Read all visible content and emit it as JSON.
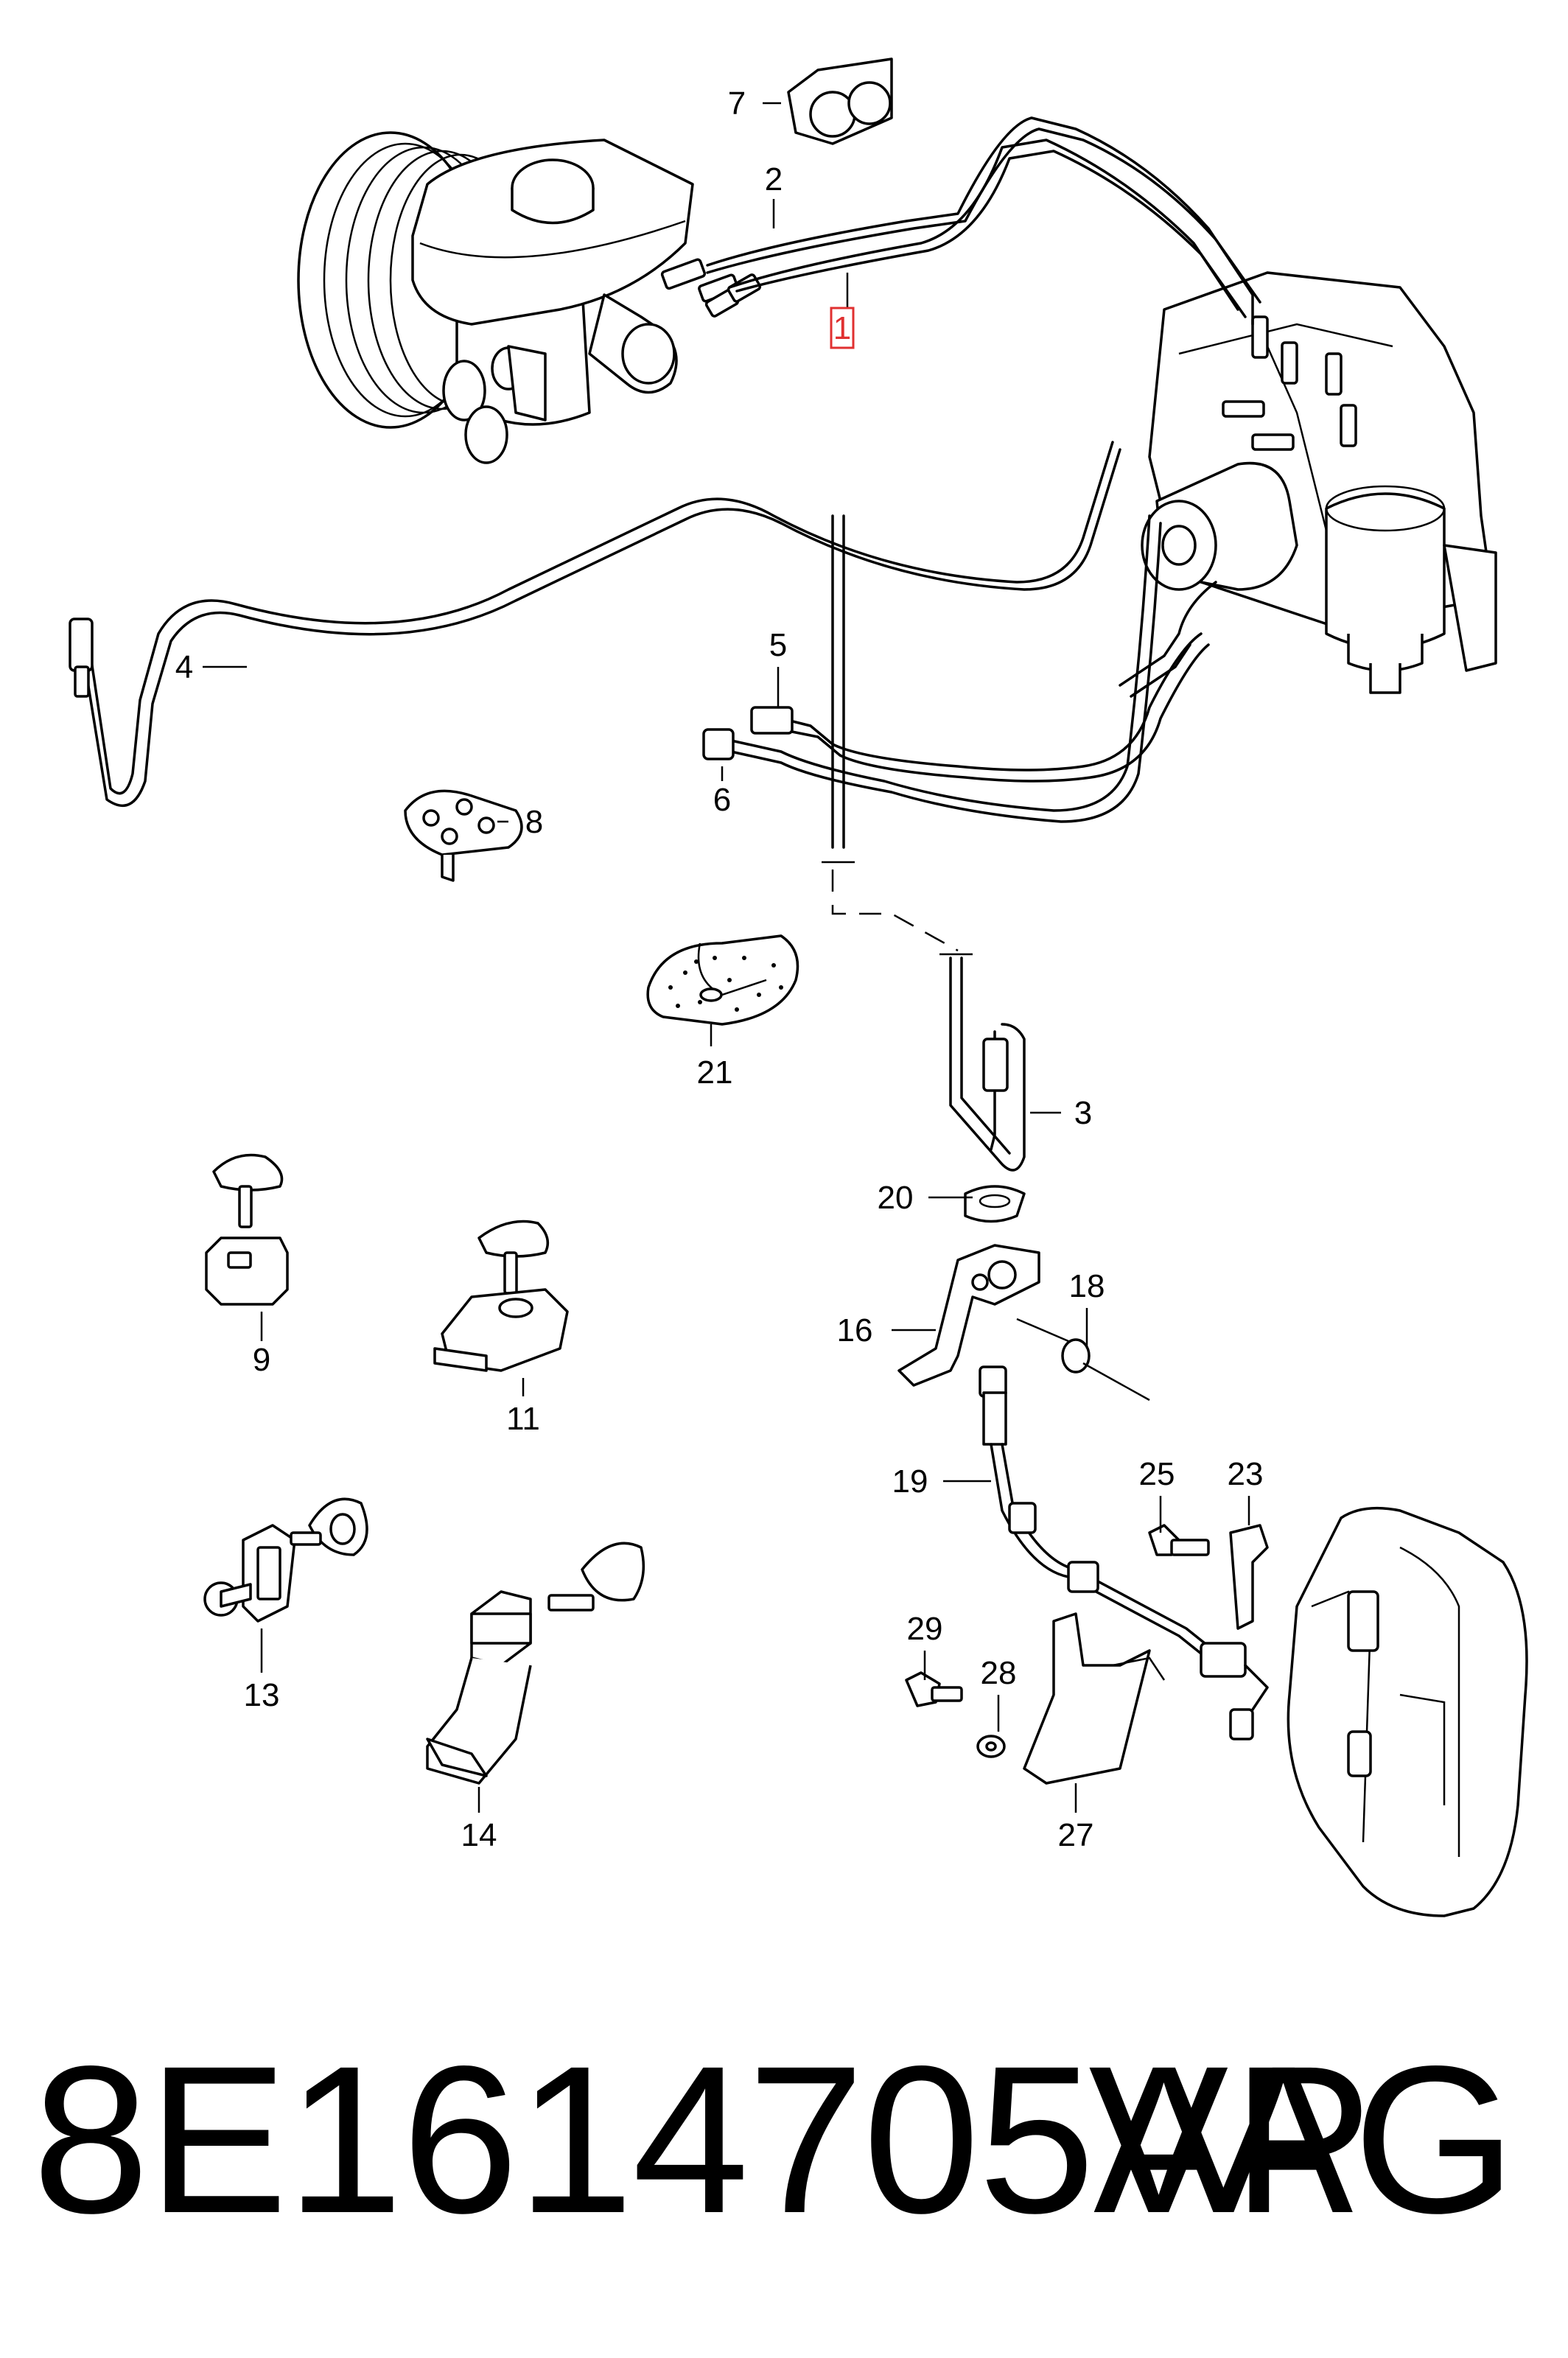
{
  "diagram": {
    "callouts": {
      "c1": "1",
      "c2": "2",
      "c3": "3",
      "c4": "4",
      "c5": "5",
      "c6": "6",
      "c7": "7",
      "c8": "8",
      "c9": "9",
      "c11": "11",
      "c13": "13",
      "c14": "14",
      "c16": "16",
      "c18": "18",
      "c19": "19",
      "c20": "20",
      "c21": "21",
      "c23": "23",
      "c25": "25",
      "c27": "27",
      "c28": "28",
      "c29": "29"
    },
    "highlighted_callout": "1",
    "highlight_color": "#e03030"
  },
  "footer": {
    "part_number": "8E1614705AP",
    "brand": "VAG"
  }
}
